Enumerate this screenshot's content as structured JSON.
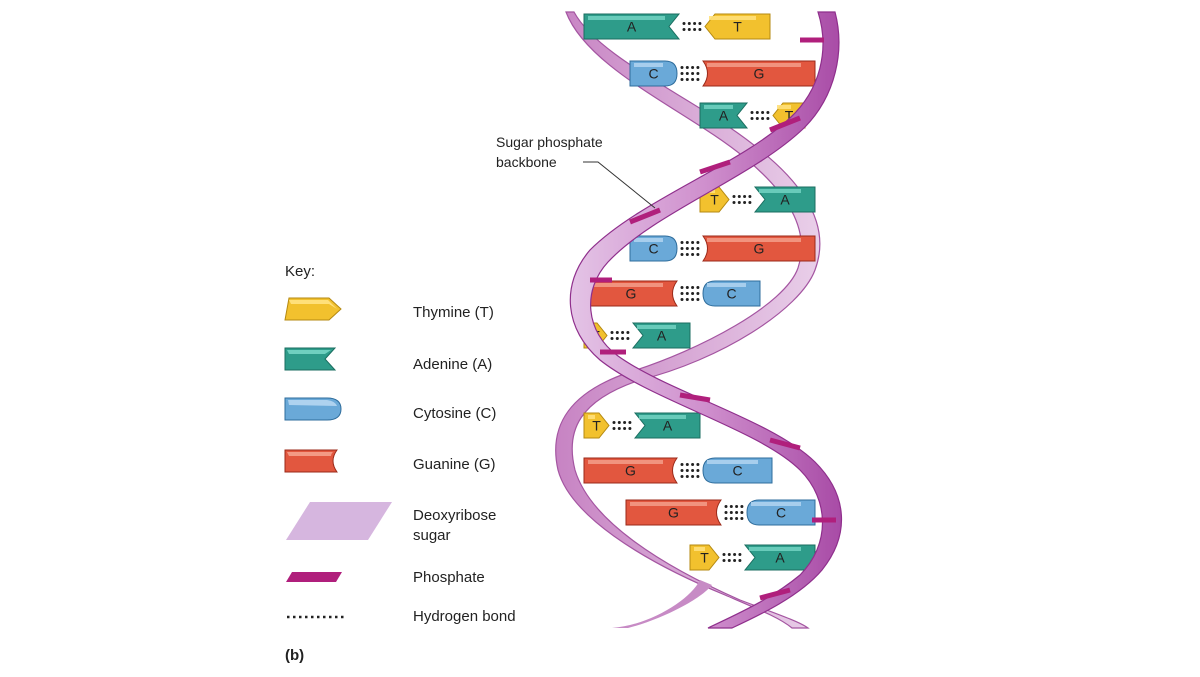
{
  "key": {
    "title": "Key:",
    "items": [
      {
        "id": "thymine",
        "label": "Thymine (T)"
      },
      {
        "id": "adenine",
        "label": "Adenine (A)"
      },
      {
        "id": "cytosine",
        "label": "Cytosine (C)"
      },
      {
        "id": "guanine",
        "label": "Guanine (G)"
      },
      {
        "id": "deoxyribose",
        "label_line1": "Deoxyribose",
        "label_line2": "sugar"
      },
      {
        "id": "phosphate",
        "label": "Phosphate"
      },
      {
        "id": "hydrogen-bond",
        "label": "Hydrogen bond"
      }
    ]
  },
  "callout": {
    "line1": "Sugar phosphate",
    "line2": "backbone"
  },
  "panel_label": "(b)",
  "colors": {
    "thymine": "#f2c12e",
    "adenine": "#2e9c8a",
    "cytosine": "#6aa9d8",
    "guanine": "#e2573f",
    "sugar": "#d6b6df",
    "phosphate": "#b01f7c",
    "bond": "#222222"
  },
  "base_pairs": [
    {
      "left": "A",
      "right": "T"
    },
    {
      "left": "C",
      "right": "G"
    },
    {
      "left": "A",
      "right": "T"
    },
    {
      "left": "T",
      "right": "A"
    },
    {
      "left": "C",
      "right": "G"
    },
    {
      "left": "G",
      "right": "C"
    },
    {
      "left": "T",
      "right": "A"
    },
    {
      "left": "T",
      "right": "A"
    },
    {
      "left": "G",
      "right": "C"
    },
    {
      "left": "G",
      "right": "C"
    },
    {
      "left": "T",
      "right": "A"
    }
  ]
}
